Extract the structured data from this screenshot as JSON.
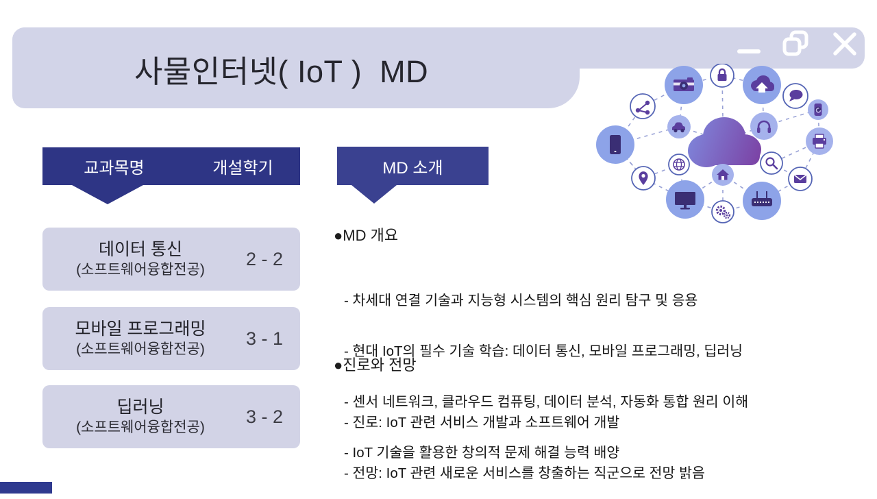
{
  "window": {
    "controls": [
      {
        "name": "minimize"
      },
      {
        "name": "restore"
      },
      {
        "name": "close"
      }
    ]
  },
  "title": "사물인터넷( IoT )  MD",
  "course_table": {
    "headers": {
      "name": "교과목명",
      "semester": "개설학기"
    },
    "rows": [
      {
        "name": "데이터 통신",
        "track": "(소프트웨어융합전공)",
        "semester": "2 - 2"
      },
      {
        "name": "모바일 프로그래밍",
        "track": "(소프트웨어융합전공)",
        "semester": "3 - 1"
      },
      {
        "name": "딥러닝",
        "track": "(소프트웨어융합전공)",
        "semester": "3 - 2"
      }
    ]
  },
  "md_intro": {
    "header": "MD 소개",
    "sections": [
      {
        "heading": "●MD 개요",
        "bullets": [
          "- 차세대 연결 기술과 지능형 시스템의 핵심 원리 탐구 및 응용",
          "- 현대 IoT의 필수 기술 학습: 데이터 통신, 모바일 프로그래밍, 딥러닝",
          "- 센서 네트워크, 클라우드 컴퓨팅, 데이터 분석, 자동화 통합 원리 이해",
          "- IoT 기술을 활용한 창의적 문제 해결 능력 배양"
        ]
      },
      {
        "heading": "●진로와 전망",
        "bullets": [
          "- 진로: IoT 관련 서비스 개발과 소프트웨어 개발",
          "- 전망: IoT 관련 새로운 서비스를 창출하는 직군으로 전망 밝음"
        ]
      }
    ]
  },
  "illustration": {
    "description": "IoT device network around central cloud",
    "icons": [
      "smartphone-icon",
      "share-icon",
      "camera-icon",
      "lock-icon",
      "cloud-upload-icon",
      "chat-bubble-icon",
      "smartwatch-icon",
      "car-icon",
      "headphones-icon",
      "printer-icon",
      "globe-icon",
      "location-pin-icon",
      "home-icon",
      "search-icon",
      "envelope-icon",
      "monitor-icon",
      "gears-icon",
      "router-icon",
      "cloud-icon"
    ]
  },
  "colors": {
    "header_lavender": "#d2d4e8",
    "card_lavender": "#d2d3e6",
    "navy_table_header": "#2e3585",
    "navy_md_header": "#3a4190",
    "bottom_accent": "#2f3a8f",
    "illustration_blue": "#8da3e8",
    "illustration_purple": "#5a3e9e"
  }
}
